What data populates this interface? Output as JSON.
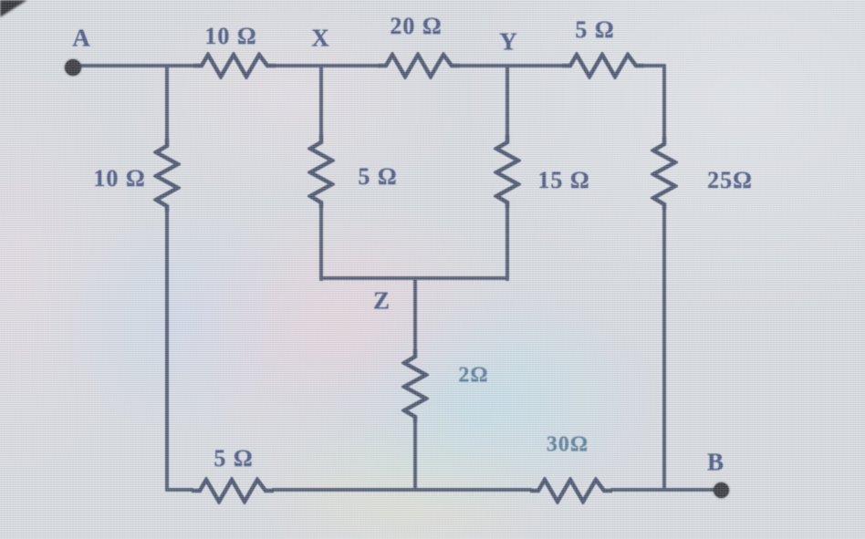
{
  "circuit": {
    "description": "Resistor network between terminals A and B with internal nodes X, Y, Z",
    "nodes": {
      "a": "A",
      "x": "X",
      "y": "Y",
      "z": "Z",
      "b": "B"
    },
    "resistors": {
      "top_left": {
        "value": "10 Ω",
        "between": "A and X",
        "orientation": "horizontal"
      },
      "top_middle": {
        "value": "20 Ω",
        "between": "X and Y",
        "orientation": "horizontal"
      },
      "top_right": {
        "value": "5 Ω",
        "between": "Y and right corner",
        "orientation": "horizontal"
      },
      "left_vertical": {
        "value": "10 Ω",
        "between": "top wire and bottom wire",
        "orientation": "vertical"
      },
      "below_x": {
        "value": "5 Ω",
        "between": "X and Z loop",
        "orientation": "vertical"
      },
      "below_y": {
        "value": "15 Ω",
        "between": "Y and Z loop",
        "orientation": "vertical"
      },
      "right_vertical": {
        "value": "25Ω",
        "between": "top wire and bottom wire",
        "orientation": "vertical"
      },
      "below_z": {
        "value": "2Ω",
        "between": "Z and bottom wire",
        "orientation": "vertical"
      },
      "bottom_left": {
        "value": "5 Ω",
        "between": "bottom wire left section",
        "orientation": "horizontal"
      },
      "bottom_right": {
        "value": "30Ω",
        "between": "bottom wire right section",
        "orientation": "horizontal"
      }
    },
    "colors": {
      "wire": "#46506c",
      "label": "#3e4f7d",
      "label_tinted": "#4d7795",
      "node_dot": "#2a2a32",
      "background": "#d5d9df"
    }
  }
}
